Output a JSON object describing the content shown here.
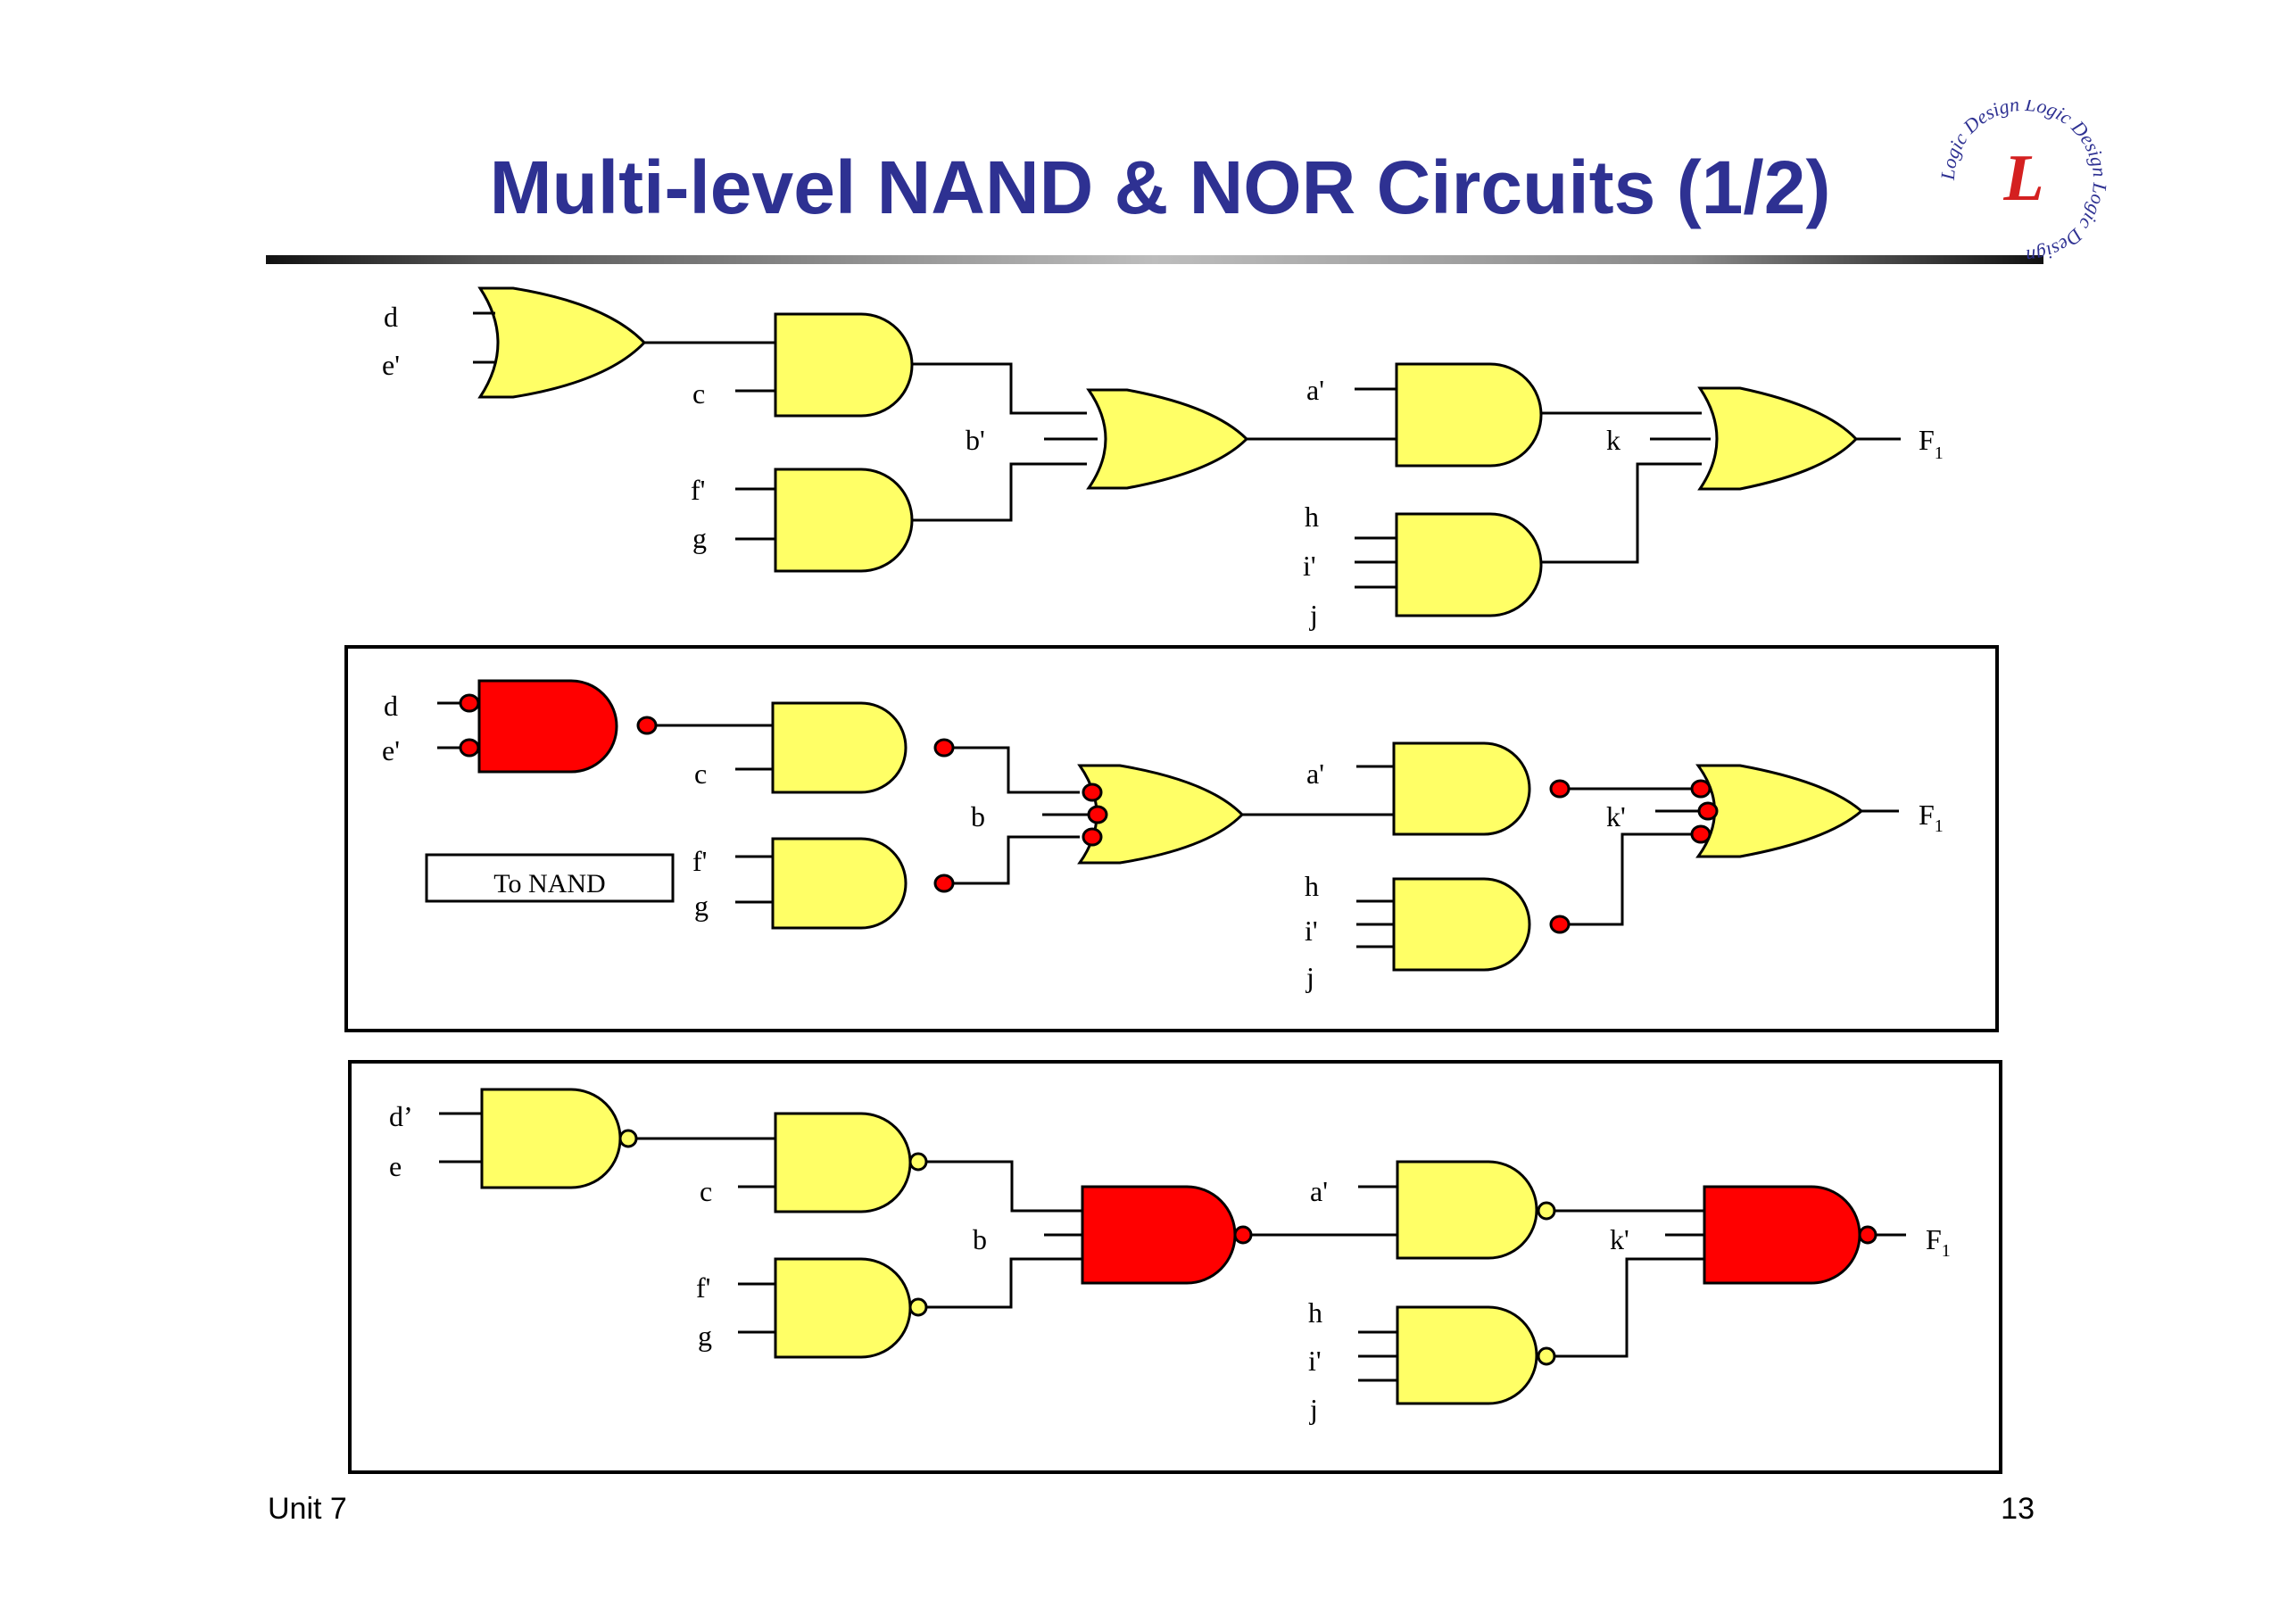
{
  "slide": {
    "title": "Multi-level NAND & NOR Circuits (1/2)",
    "logo": {
      "center_letter": "L",
      "ring_text": "Logic Design Logic Design Logic Design",
      "ring_color": "#2e3192",
      "letter_color": "#d42020"
    },
    "footer_left": "Unit 7",
    "page_number": "13"
  },
  "colors": {
    "title": "#2e3192",
    "gate_yellow": "#ffff66",
    "gate_red": "#ff0000",
    "bubble_red": "#ff0000",
    "bubble_yellow": "#ffff66",
    "wire": "#000000"
  },
  "panels": [
    {
      "id": "original",
      "description": "AND-OR multi-level circuit",
      "boxed": false,
      "labels": {
        "d": "d",
        "e": "e'",
        "c": "c",
        "b": "b'",
        "f": "f'",
        "g": "g",
        "a": "a'",
        "k": "k",
        "h": "h",
        "i": "i'",
        "j": "j",
        "out": "F",
        "out_sub": "1"
      },
      "gates": [
        {
          "name": "G1",
          "type": "OR",
          "fill": "yellow",
          "inputs": [
            "d",
            "e'"
          ]
        },
        {
          "name": "G2",
          "type": "AND",
          "fill": "yellow",
          "inputs": [
            "G1",
            "c"
          ]
        },
        {
          "name": "G3",
          "type": "AND",
          "fill": "yellow",
          "inputs": [
            "f'",
            "g"
          ]
        },
        {
          "name": "G4",
          "type": "OR",
          "fill": "yellow",
          "inputs": [
            "G2",
            "b'",
            "G3"
          ]
        },
        {
          "name": "G5",
          "type": "AND",
          "fill": "yellow",
          "inputs": [
            "a'",
            "G4"
          ]
        },
        {
          "name": "G6",
          "type": "AND",
          "fill": "yellow",
          "inputs": [
            "h",
            "i'",
            "j"
          ]
        },
        {
          "name": "G7",
          "type": "OR",
          "fill": "yellow",
          "inputs": [
            "G5",
            "k",
            "G6"
          ],
          "output": "F1"
        }
      ]
    },
    {
      "id": "bubbled",
      "description": "Bubbles added to convert to NAND",
      "boxed": true,
      "note": "To NAND",
      "labels": {
        "d": "d",
        "e": "e'",
        "c": "c",
        "b": "b",
        "f": "f'",
        "g": "g",
        "a": "a'",
        "k": "k'",
        "h": "h",
        "i": "i'",
        "j": "j",
        "out": "F",
        "out_sub": "1"
      },
      "gates": [
        {
          "name": "G1",
          "type": "AND (inverted inputs, inverted output)",
          "fill": "red",
          "inputs": [
            "d",
            "e'"
          ]
        },
        {
          "name": "G2",
          "type": "NAND",
          "fill": "yellow",
          "inputs": [
            "G1",
            "c"
          ]
        },
        {
          "name": "G3",
          "type": "NAND",
          "fill": "yellow",
          "inputs": [
            "f'",
            "g"
          ]
        },
        {
          "name": "G4",
          "type": "OR (inverted inputs)",
          "fill": "yellow",
          "inputs": [
            "G2",
            "b",
            "G3"
          ]
        },
        {
          "name": "G5",
          "type": "NAND",
          "fill": "yellow",
          "inputs": [
            "a'",
            "G4"
          ]
        },
        {
          "name": "G6",
          "type": "NAND",
          "fill": "yellow",
          "inputs": [
            "h",
            "i'",
            "j"
          ]
        },
        {
          "name": "G7",
          "type": "OR (inverted inputs)",
          "fill": "yellow",
          "inputs": [
            "G5",
            "k'",
            "G6"
          ],
          "output": "F1"
        }
      ]
    },
    {
      "id": "nand",
      "description": "All-NAND implementation",
      "boxed": true,
      "labels": {
        "d": "d’",
        "e": "e",
        "c": "c",
        "b": "b",
        "f": "f'",
        "g": "g",
        "a": "a'",
        "k": "k'",
        "h": "h",
        "i": "i'",
        "j": "j",
        "out": "F",
        "out_sub": "1"
      },
      "gates": [
        {
          "name": "G1",
          "type": "NAND",
          "fill": "yellow",
          "inputs": [
            "d’",
            "e"
          ]
        },
        {
          "name": "G2",
          "type": "NAND",
          "fill": "yellow",
          "inputs": [
            "G1",
            "c"
          ]
        },
        {
          "name": "G3",
          "type": "NAND",
          "fill": "yellow",
          "inputs": [
            "f'",
            "g"
          ]
        },
        {
          "name": "G4",
          "type": "NAND",
          "fill": "red",
          "inputs": [
            "G2",
            "b",
            "G3"
          ]
        },
        {
          "name": "G5",
          "type": "NAND",
          "fill": "yellow",
          "inputs": [
            "a'",
            "G4"
          ]
        },
        {
          "name": "G6",
          "type": "NAND",
          "fill": "yellow",
          "inputs": [
            "h",
            "i'",
            "j"
          ]
        },
        {
          "name": "G7",
          "type": "NAND",
          "fill": "red",
          "inputs": [
            "G5",
            "k'",
            "G6"
          ],
          "output": "F1"
        }
      ]
    }
  ]
}
